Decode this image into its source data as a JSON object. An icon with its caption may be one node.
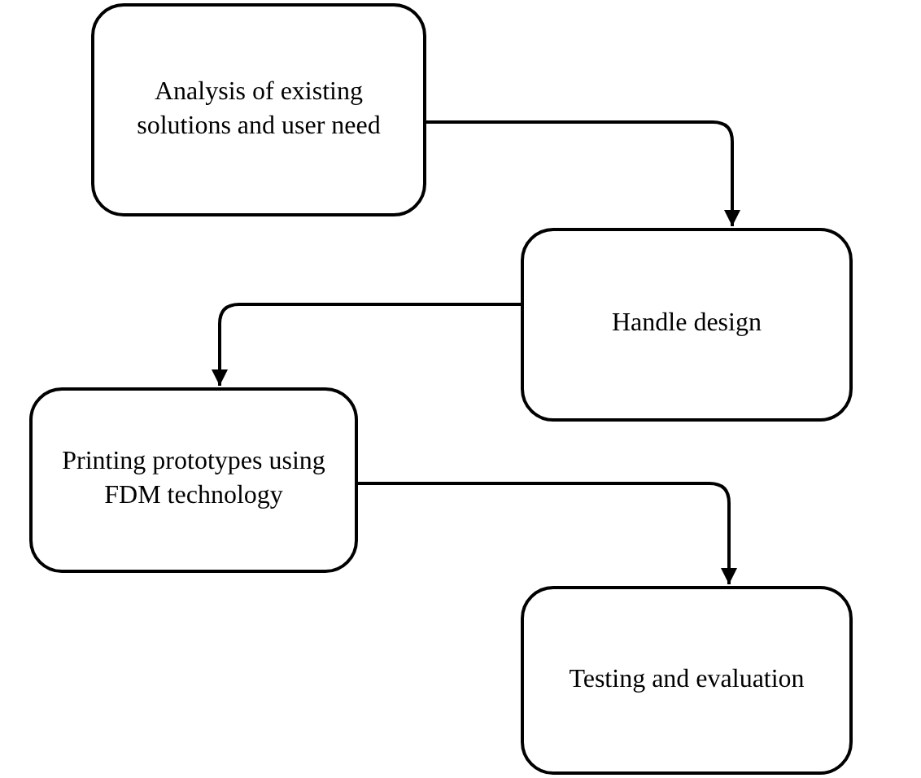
{
  "diagram": {
    "nodes": [
      {
        "text": [
          "Analysis of existing solutions and user need"
        ]
      },
      {
        "text": [
          "Handle design"
        ]
      },
      {
        "text": [
          "Printing prototypes using FDM technology"
        ]
      },
      {
        "text": [
          "Testing and evaluation"
        ]
      }
    ],
    "edges": [
      {
        "from": 0,
        "to": 1,
        "arrow": "to"
      },
      {
        "from": 1,
        "to": 2,
        "arrow": "to"
      },
      {
        "from": 2,
        "to": 3,
        "arrow": "to"
      }
    ]
  }
}
